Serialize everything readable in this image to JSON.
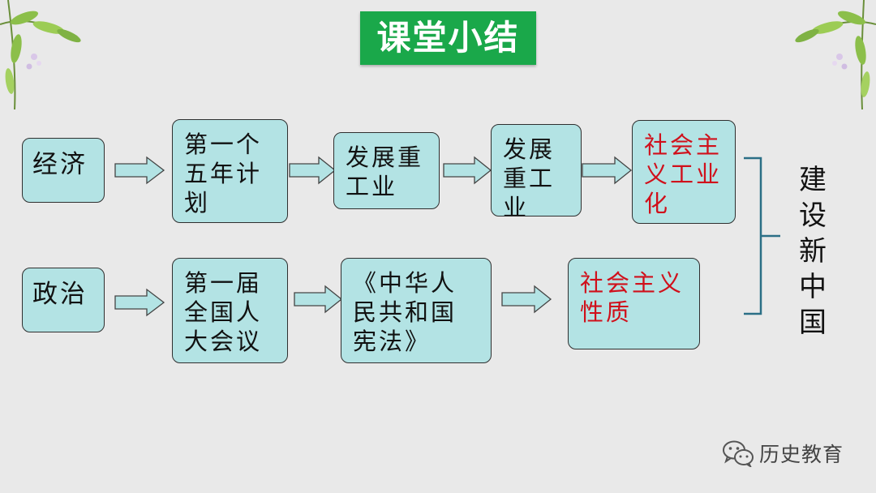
{
  "title": "课堂小结",
  "rows": {
    "economy": {
      "label": "经济",
      "steps": [
        "第一个五年计划",
        "发展重工业",
        "发展重工业"
      ],
      "result": "社会主义工业化"
    },
    "politics": {
      "label": "政治",
      "steps": [
        "第一届全国人大会议",
        "《中华人民共和国宪法》"
      ],
      "result": "社会主义性质"
    }
  },
  "conclusion": [
    "建",
    "设",
    "新",
    "中",
    "国"
  ],
  "watermark": "历史教育",
  "colors": {
    "title_bg": "#1aa84a",
    "box_fill": "#b3e3e4",
    "result_text": "#d0101b",
    "arrow_fill": "#b3e3e4"
  }
}
